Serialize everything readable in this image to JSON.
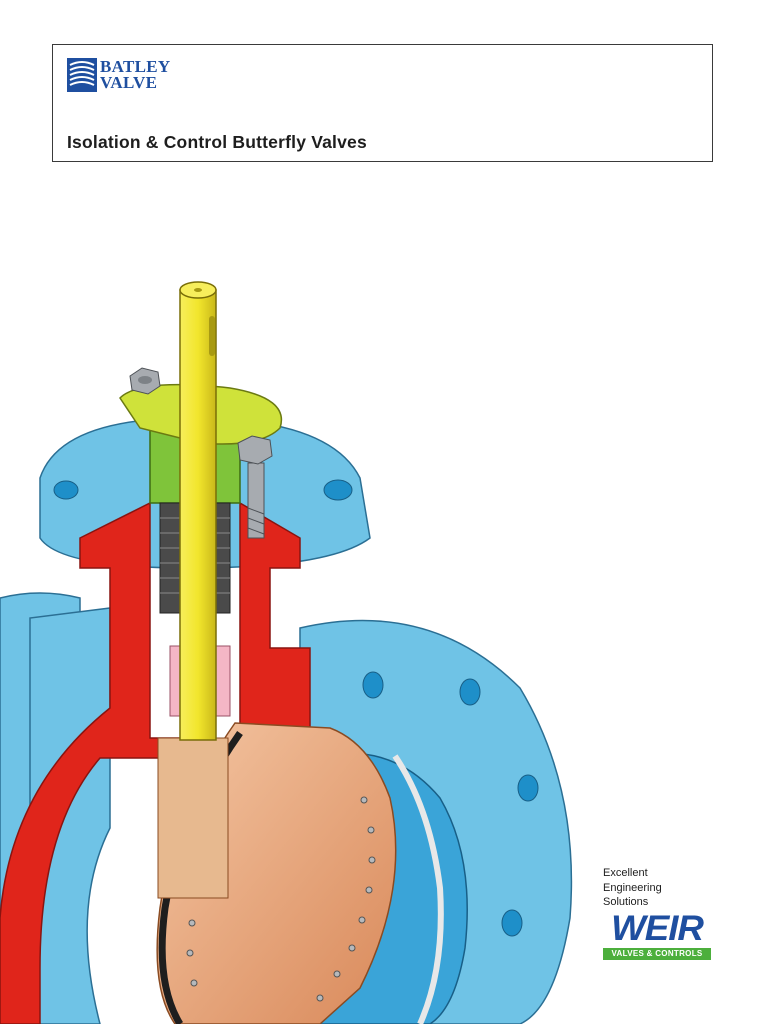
{
  "header": {
    "logo_line1": "BATLEY",
    "logo_line2": "VALVE",
    "title": "Isolation & Control Butterfly Valves"
  },
  "footer": {
    "tagline": [
      "Excellent",
      "Engineering",
      "Solutions"
    ],
    "brand_logo_text": "WEIR",
    "brand_sub": "VALVES & CONTROLS"
  },
  "colors": {
    "brand_blue": "#1f4fa0",
    "brand_green": "#4caf3c",
    "valve_body": "#6fc3e6",
    "cutaway": "#e0251b",
    "stem": "#f2e62c",
    "disc": "#e8a87c"
  },
  "icons": [
    "batley-valve-logo",
    "weir-logo",
    "butterfly-valve-cutaway"
  ]
}
